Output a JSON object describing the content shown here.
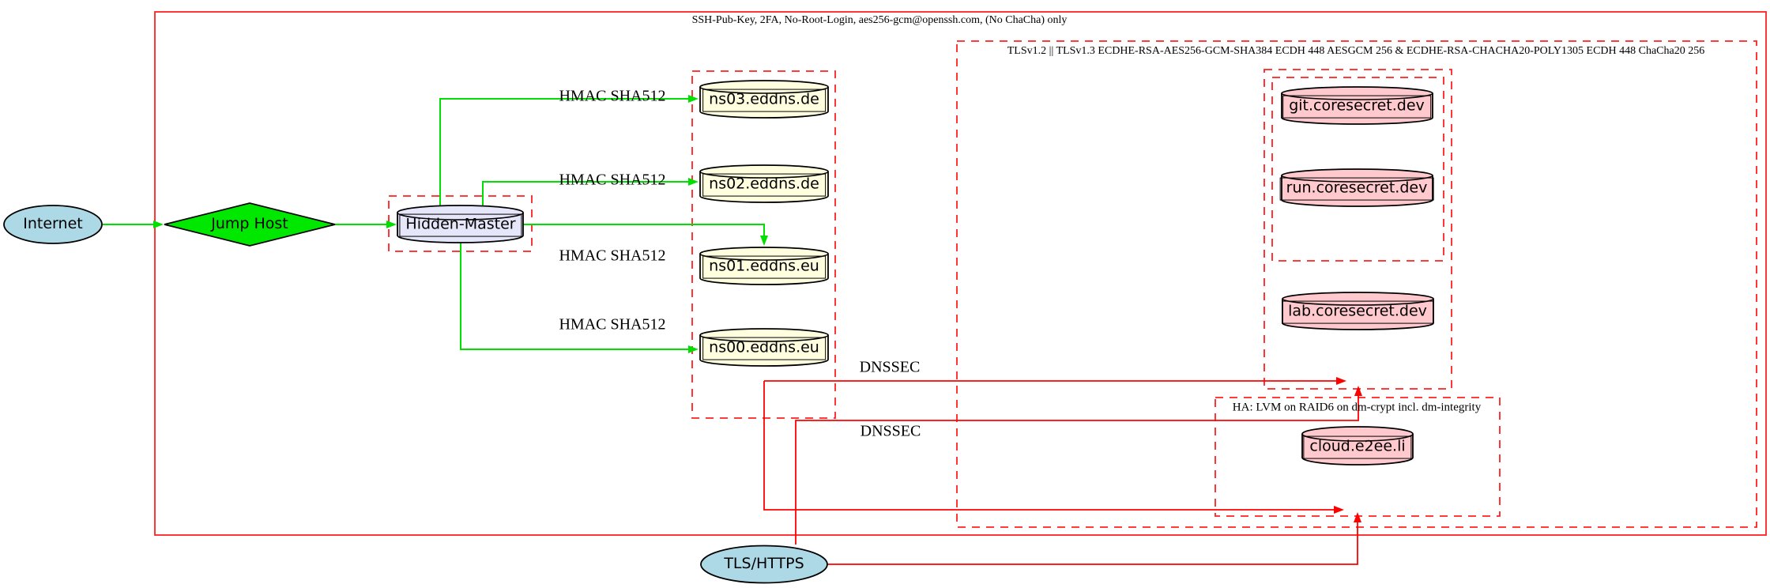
{
  "clusters": {
    "ssh": {
      "label": "SSH-Pub-Key, 2FA, No-Root-Login, aes256-gcm@openssh.com, (No ChaCha) only"
    },
    "tls": {
      "label": "TLSv1.2 || TLSv1.3 ECDHE-RSA-AES256-GCM-SHA384 ECDH 448 AESGCM 256 & ECDHE-RSA-CHACHA20-POLY1305 ECDH 448 ChaCha20 256"
    },
    "ha": {
      "label": "HA: LVM on RAID6 on dm-crypt incl. dm-integrity"
    }
  },
  "nodes": {
    "internet": "Internet",
    "jump_host": "Jump Host",
    "hidden_master": "Hidden-Master",
    "ns03": "ns03.eddns.de",
    "ns02": "ns02.eddns.de",
    "ns01": "ns01.eddns.eu",
    "ns00": "ns00.eddns.eu",
    "git": "git.coresecret.dev",
    "run": "run.coresecret.dev",
    "lab": "lab.coresecret.dev",
    "cloud": "cloud.e2ee.li",
    "tls_https": "TLS/HTTPS"
  },
  "edge_labels": [
    {
      "id": "hmac-ns03",
      "text": "HMAC SHA512"
    },
    {
      "id": "hmac-ns02",
      "text": "HMAC SHA512"
    },
    {
      "id": "hmac-ns01",
      "text": "HMAC SHA512"
    },
    {
      "id": "hmac-ns00",
      "text": "HMAC SHA512"
    },
    {
      "id": "dnssec-upper",
      "text": "DNSSEC"
    },
    {
      "id": "dnssec-lower",
      "text": "DNSSEC"
    }
  ],
  "colors": {
    "edge_secure": "#00e000",
    "edge_tls": "#ff0000",
    "cluster_border": "#ff2020",
    "endpoint_fill": "#add8e6",
    "jump_fill": "#00e800",
    "master_fill": "#e6e6fa",
    "dns_fill": "#ffffe0",
    "service_fill": "#ffc9cd"
  }
}
